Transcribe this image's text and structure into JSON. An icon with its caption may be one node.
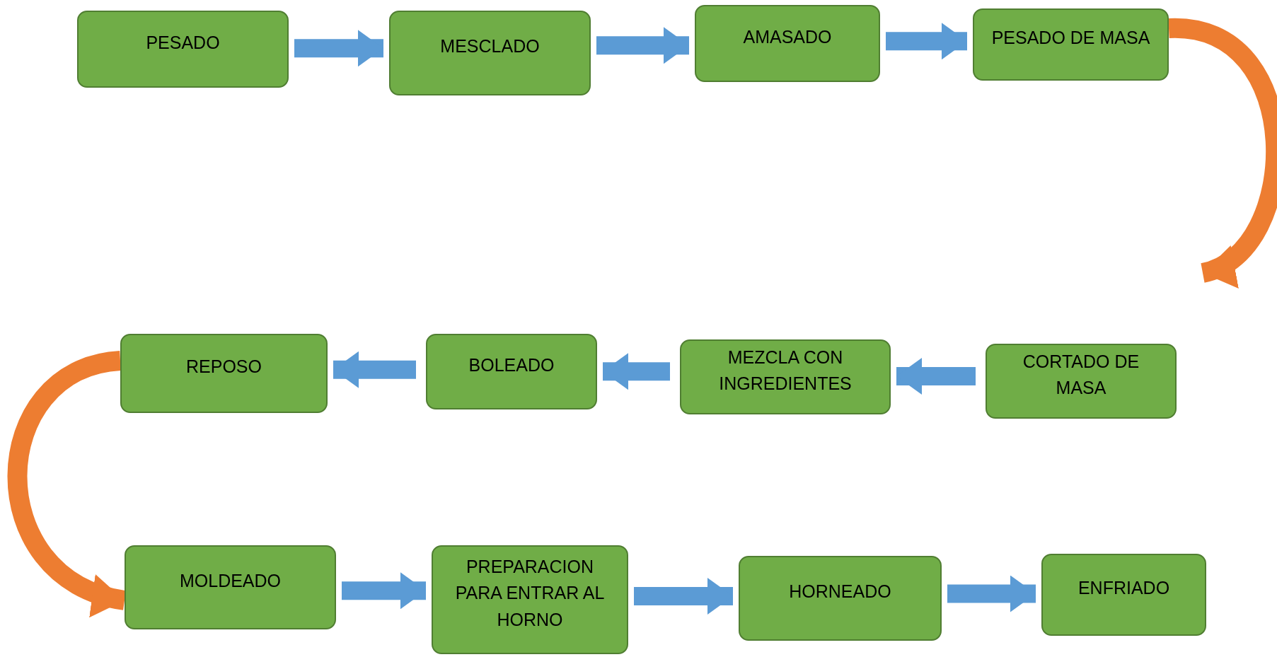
{
  "diagram": {
    "nodes": [
      {
        "text": [
          "PESADO"
        ]
      },
      {
        "text": [
          "MESCLADO"
        ]
      },
      {
        "text": [
          "AMASADO"
        ]
      },
      {
        "text": [
          "PESADO DE MASA"
        ]
      },
      {
        "text": [
          "CORTADO DE MASA"
        ]
      },
      {
        "text": [
          "MEZCLA CON INGREDIENTES"
        ]
      },
      {
        "text": [
          "BOLEADO"
        ]
      },
      {
        "text": [
          "REPOSO"
        ]
      },
      {
        "text": [
          "MOLDEADO"
        ]
      },
      {
        "text": [
          "PREPARACION PARA ENTRAR AL HORNO"
        ]
      },
      {
        "text": [
          "HORNEADO"
        ]
      },
      {
        "text": [
          "ENFRIADO"
        ]
      }
    ],
    "edges": [
      {
        "from": 0,
        "to": 1,
        "arrow": "to"
      },
      {
        "from": 1,
        "to": 2,
        "arrow": "to"
      },
      {
        "from": 2,
        "to": 3,
        "arrow": "to"
      },
      {
        "from": 3,
        "to": 4,
        "arrow": "to",
        "color": "#ed7d31"
      },
      {
        "from": 4,
        "to": 5,
        "arrow": "to"
      },
      {
        "from": 5,
        "to": 6,
        "arrow": "to"
      },
      {
        "from": 6,
        "to": 7,
        "arrow": "to"
      },
      {
        "from": 7,
        "to": 8,
        "arrow": "to",
        "color": "#ed7d31"
      },
      {
        "from": 8,
        "to": 9,
        "arrow": "to"
      },
      {
        "from": 9,
        "to": 10,
        "arrow": "to"
      },
      {
        "from": 10,
        "to": 11,
        "arrow": "to"
      }
    ]
  }
}
